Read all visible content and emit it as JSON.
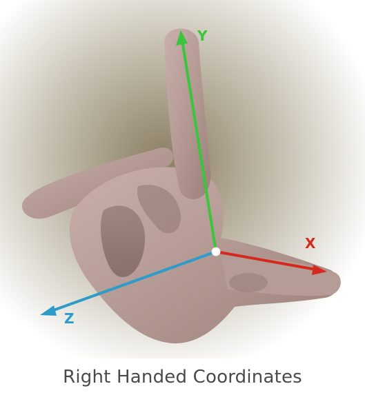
{
  "colors": {
    "axis_y": "#3cc43c",
    "axis_x": "#d42a1e",
    "axis_z": "#2e9bc9",
    "hand": "#b59a94",
    "caption": "#4a4a4a"
  },
  "axes": {
    "y": {
      "label": "Y"
    },
    "x": {
      "label": "X"
    },
    "z": {
      "label": "Z"
    }
  },
  "caption": "Right Handed Coordinates"
}
